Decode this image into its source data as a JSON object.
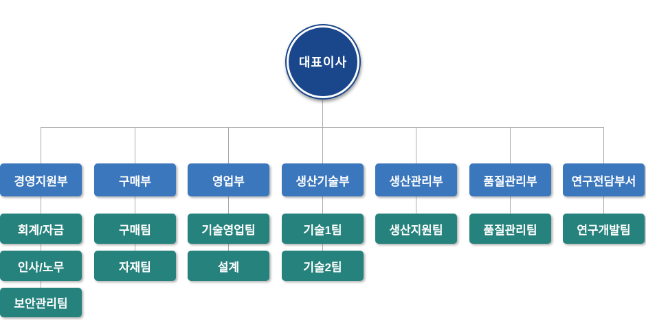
{
  "org": {
    "root": {
      "label": "대표이사"
    },
    "departments": [
      {
        "label": "경영지원부",
        "teams": [
          "회계/자금",
          "인사/노무",
          "보안관리팀"
        ]
      },
      {
        "label": "구매부",
        "teams": [
          "구매팀",
          "자재팀"
        ]
      },
      {
        "label": "영업부",
        "teams": [
          "기술영업팀",
          "설계"
        ]
      },
      {
        "label": "생산기술부",
        "teams": [
          "기술1팀",
          "기술2팀"
        ]
      },
      {
        "label": "생산관리부",
        "teams": [
          "생산지원팀"
        ]
      },
      {
        "label": "품질관리부",
        "teams": [
          "품질관리팀"
        ]
      },
      {
        "label": "연구전담부서",
        "teams": [
          "연구개발팀"
        ]
      }
    ],
    "colors": {
      "root_fill": "#1A478C",
      "dept_fill": "#3B77BD",
      "team_fill": "#26827C",
      "connector": "#A9A9A9",
      "text": "#FFFFFF"
    }
  }
}
